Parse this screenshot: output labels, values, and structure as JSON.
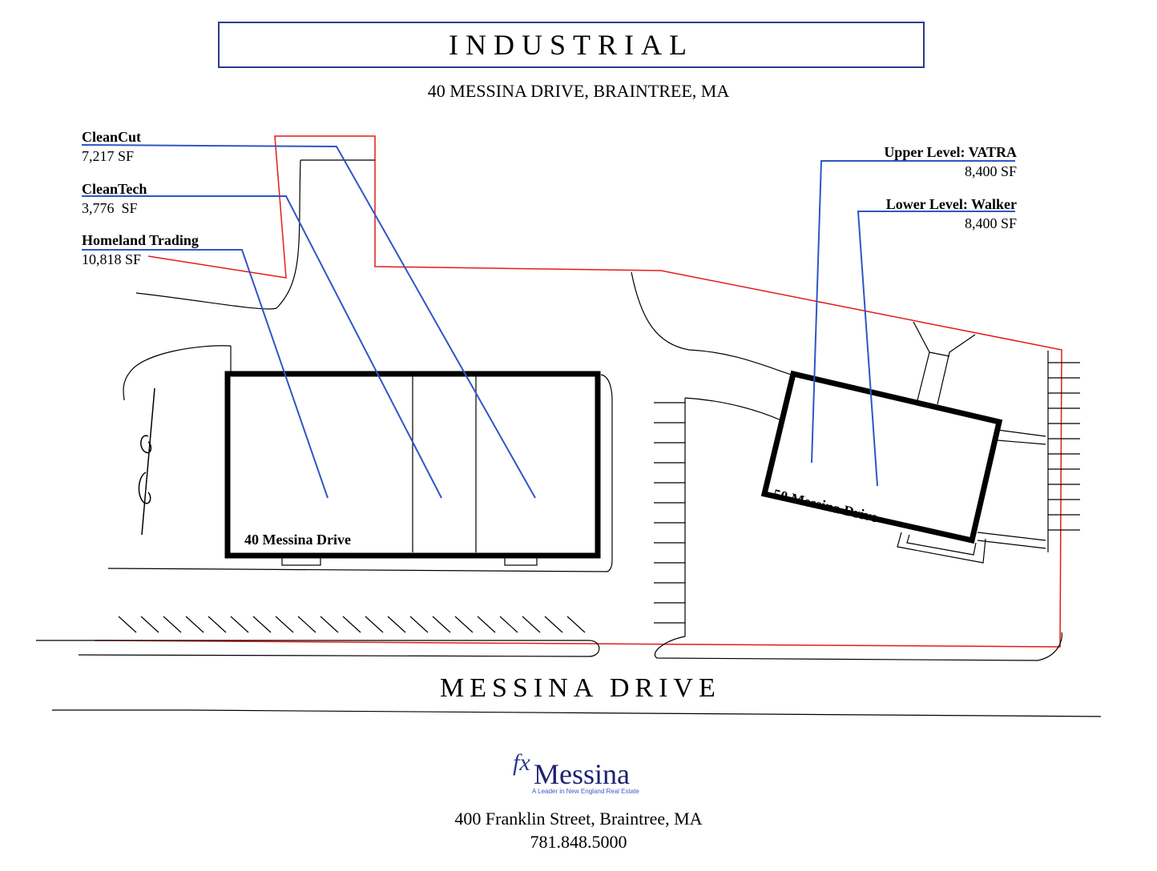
{
  "header": {
    "title": "INDUSTRIAL",
    "address": "40 MESSINA DRIVE, BRAINTREE, MA"
  },
  "tenants_left": [
    {
      "name": "CleanCut",
      "area": "7,217 SF"
    },
    {
      "name": "CleanTech",
      "area": "3,776  SF"
    },
    {
      "name": "Homeland Trading",
      "area": "10,818 SF"
    }
  ],
  "tenants_right": [
    {
      "name": "Upper Level: VATRA",
      "area": "8,400 SF"
    },
    {
      "name": "Lower Level: Walker",
      "area": "8,400 SF"
    }
  ],
  "buildings": {
    "b40": "40 Messina Drive",
    "b50": "50 Messina Drive"
  },
  "street": "MESSINA DRIVE",
  "logo": {
    "mark": "fx",
    "name": "Messina",
    "tagline": "A Leader in New England Real Estate"
  },
  "footer": {
    "address": "400 Franklin Street, Braintree, MA",
    "phone": "781.848.5000"
  },
  "colors": {
    "property_line": "#e31b1b",
    "leader_line": "#2f56c4",
    "building_outline": "#000000",
    "title_border": "#2b3a8c"
  }
}
